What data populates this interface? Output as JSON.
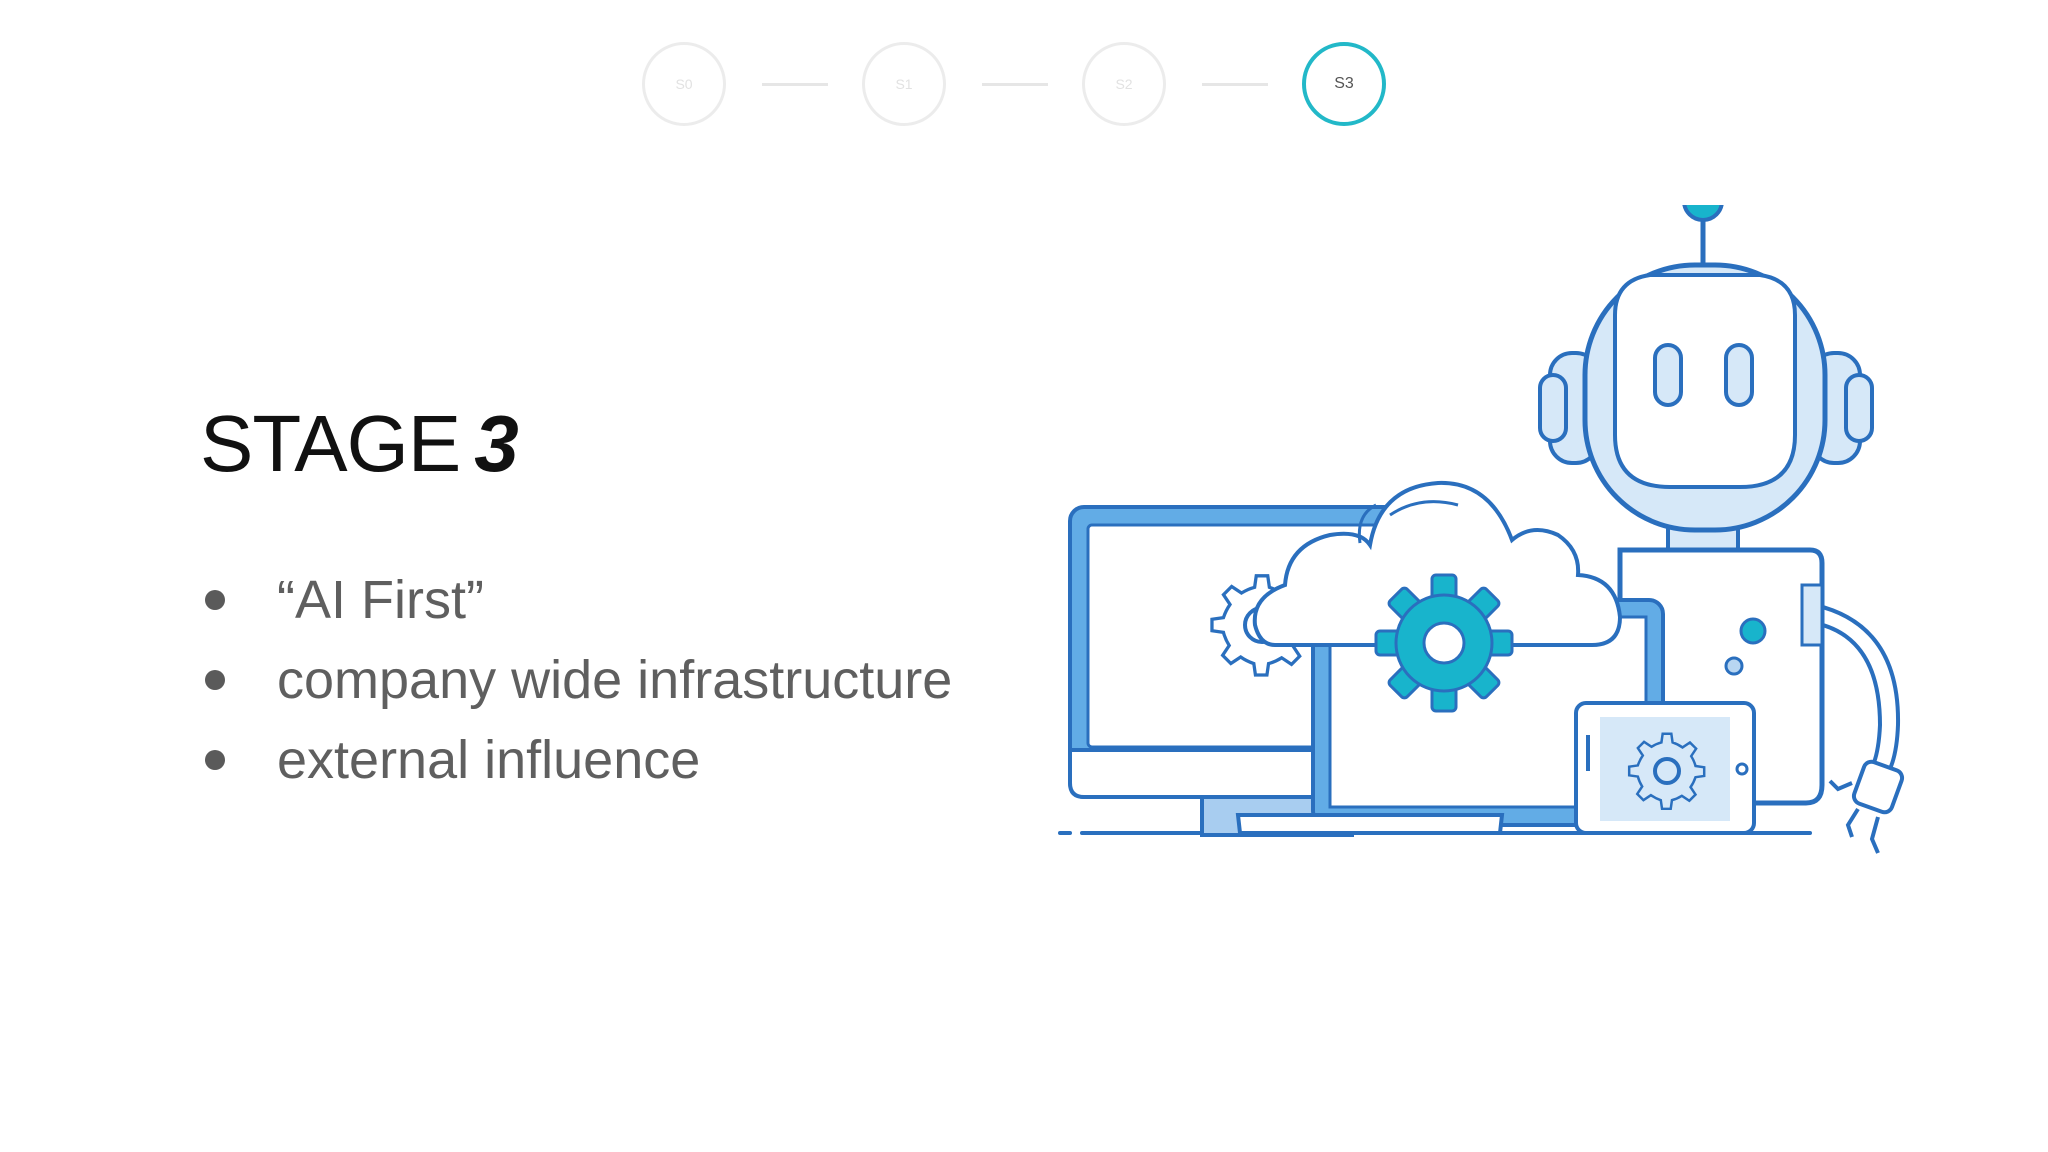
{
  "stepper": {
    "steps": [
      {
        "label": "S0",
        "active": false
      },
      {
        "label": "S1",
        "active": false
      },
      {
        "label": "S2",
        "active": false
      },
      {
        "label": "S3",
        "active": true
      }
    ]
  },
  "slide": {
    "title_prefix": "STAGE",
    "title_number": "3",
    "bullets": [
      "“AI First”",
      "company wide infrastructure",
      "external influence"
    ]
  },
  "illustration": {
    "name": "robot-cloud-devices-illustration",
    "colors": {
      "outline": "#2a6fbe",
      "fill_light": "#d6e8f8",
      "fill_mid": "#62ace6",
      "accent": "#18b4cc"
    }
  }
}
